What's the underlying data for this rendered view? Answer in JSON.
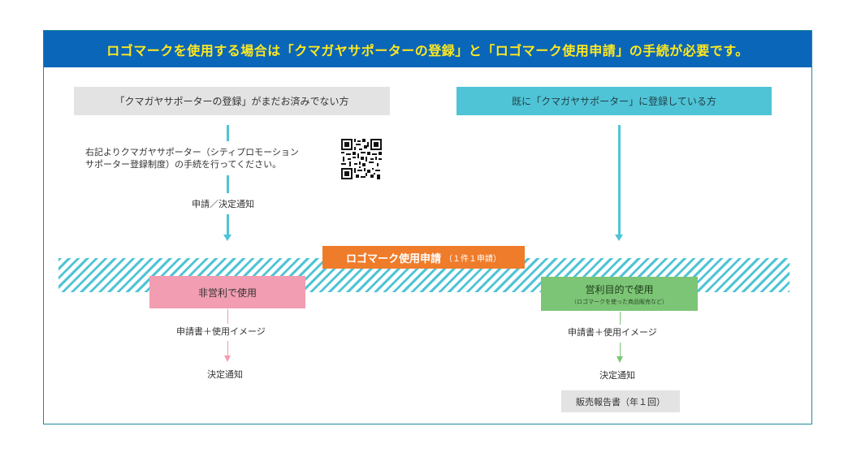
{
  "banner": {
    "title": "ロゴマークを使用する場合は「クマガヤサポーターの登録」と「ロゴマーク使用申請」の手続が必要です。"
  },
  "left_path": {
    "header": "「クマガヤサポーターの登録」がまだお済みでない方",
    "instruction_line1": "右記よりクマガヤサポーター（シティプロモーション",
    "instruction_line2": "サポーター登録制度）の手続を行ってください。",
    "step_label": "申請／決定通知"
  },
  "right_path": {
    "header": "既に「クマガヤサポーター」に登録している方"
  },
  "application": {
    "title": "ロゴマーク使用申請",
    "note": "（１件１申請）"
  },
  "non_commercial": {
    "label": "非営利で使用",
    "docs": "申請書＋使用イメージ",
    "result": "決定通知"
  },
  "commercial": {
    "label": "営利目的で使用",
    "note": "（ロゴマークを使った商品販売など）",
    "docs": "申請書＋使用イメージ",
    "result": "決定通知",
    "report": "販売報告書（年１回）"
  },
  "colors": {
    "banner_bg": "#0a66b8",
    "banner_text": "#ffe81f",
    "teal": "#4fc4d6",
    "gray": "#e3e3e3",
    "orange": "#ef7c2a",
    "pink": "#f29db1",
    "green": "#7cc576"
  },
  "icons": {
    "qr": "qr-code-icon"
  }
}
